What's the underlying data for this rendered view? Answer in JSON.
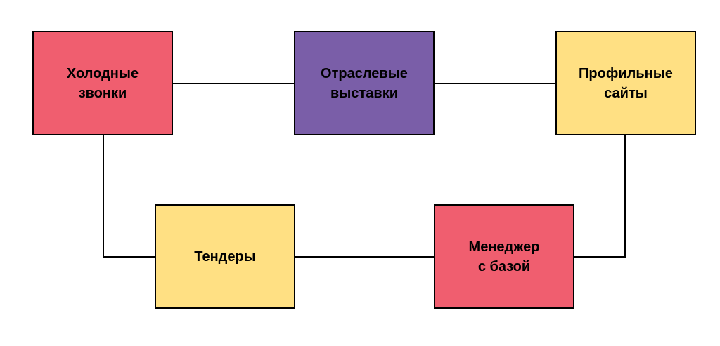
{
  "diagram": {
    "nodes": [
      {
        "id": "cold-calls",
        "lines": [
          "Холодные",
          "звонки"
        ],
        "color": "#f05e6f"
      },
      {
        "id": "exhibitions",
        "lines": [
          "Отраслевые",
          "выставки"
        ],
        "color": "#7a5ea8"
      },
      {
        "id": "profile-sites",
        "lines": [
          "Профильные",
          "сайты"
        ],
        "color": "#ffe083"
      },
      {
        "id": "tenders",
        "lines": [
          "Тендеры"
        ],
        "color": "#ffe083"
      },
      {
        "id": "manager",
        "lines": [
          "Менеджер",
          "с базой"
        ],
        "color": "#f05e6f"
      }
    ],
    "edges": [
      {
        "from": "cold-calls",
        "to": "exhibitions"
      },
      {
        "from": "exhibitions",
        "to": "profile-sites"
      },
      {
        "from": "cold-calls",
        "to": "tenders"
      },
      {
        "from": "tenders",
        "to": "manager"
      },
      {
        "from": "manager",
        "to": "profile-sites"
      }
    ]
  }
}
